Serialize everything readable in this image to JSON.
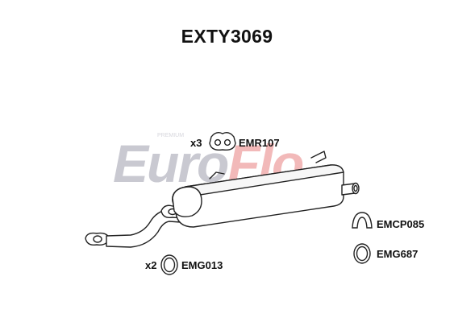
{
  "title": "EXTY3069",
  "watermark": {
    "brand": "EuroFlo",
    "tag": "PREMIUM",
    "gray": "#c9c9d1",
    "red": "#f2b9b9"
  },
  "parts": {
    "emr107": {
      "qty": "x3",
      "code": "EMR107"
    },
    "emcp085": {
      "code": "EMCP085"
    },
    "emg687": {
      "code": "EMG687"
    },
    "emg013": {
      "qty": "x2",
      "code": "EMG013"
    }
  }
}
